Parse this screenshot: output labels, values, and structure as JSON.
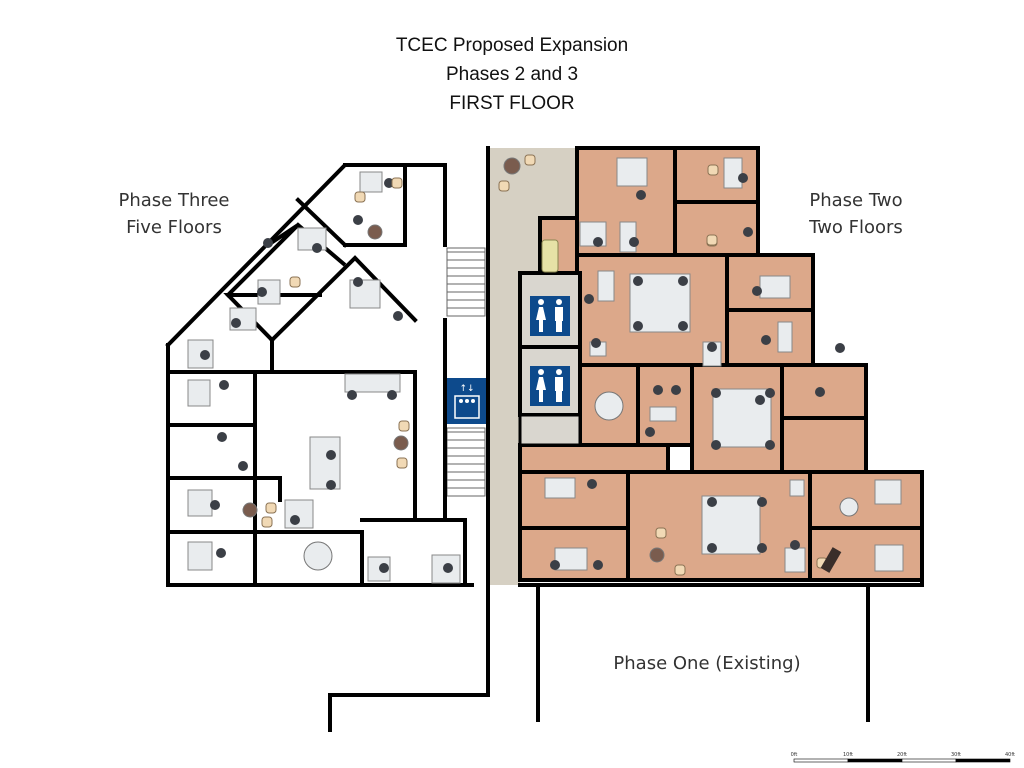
{
  "title": {
    "line1": "TCEC Proposed Expansion",
    "line2": "Phases 2 and 3",
    "line3": "FIRST FLOOR"
  },
  "labels": {
    "phase_three": "Phase Three",
    "phase_three_sub": "Five Floors",
    "phase_two": "Phase Two",
    "phase_two_sub": "Two Floors",
    "phase_one": "Phase One (Existing)"
  },
  "scale_bar": {
    "ticks": [
      "0ft",
      "10ft",
      "20ft",
      "30ft",
      "40ft"
    ]
  },
  "icons": [
    "restroom-icon",
    "restroom-icon",
    "elevator-icon",
    "stairs-icon",
    "door-icon",
    "desk-icon",
    "chair-icon",
    "round-table-icon",
    "sofa-icon"
  ],
  "colors": {
    "phase_two_room": "#dca88a",
    "corridor": "#d6d0c3",
    "restroom": "#d9d6cf",
    "wall": "#000000",
    "sign_blue": "#0d4a8c"
  }
}
